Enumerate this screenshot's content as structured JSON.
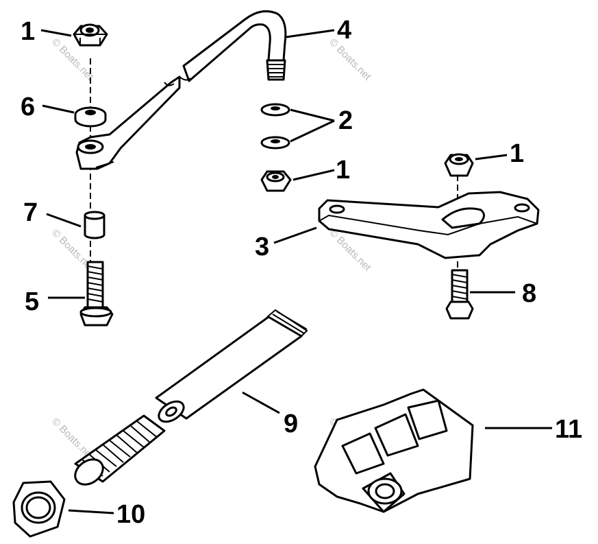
{
  "callouts": {
    "c1a": "1",
    "c1b": "1",
    "c1c": "1",
    "c2": "2",
    "c3": "3",
    "c4": "4",
    "c5": "5",
    "c6": "6",
    "c7": "7",
    "c8": "8",
    "c9": "9",
    "c10": "10",
    "c11": "11"
  },
  "watermarks": [
    "© Boats.net",
    "© Boats.net",
    "© Boats.net",
    "© Boats.net",
    "© Boats.net",
    "© Boats.net"
  ]
}
